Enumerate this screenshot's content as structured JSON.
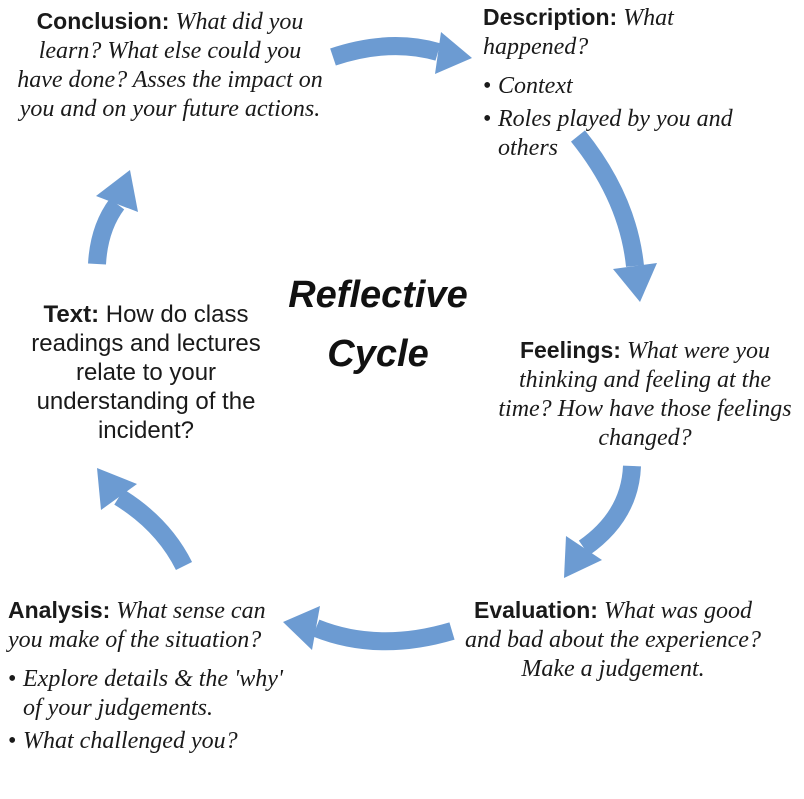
{
  "diagram": {
    "title": {
      "line1": "Reflective",
      "line2": "Cycle"
    },
    "arrow_color": "#6c9bd2",
    "bullet_char": "•",
    "blocks": {
      "conclusion": {
        "label": "Conclusion:",
        "body": "What did you learn? What else could you have done? Asses the impact on you and on your future actions."
      },
      "description": {
        "label": "Description:",
        "body": "What happened?",
        "bullets": [
          "Context",
          "Roles played by you and others"
        ]
      },
      "feelings": {
        "label": "Feelings:",
        "body": "What were you thinking and feeling at the time? How have those feelings changed?"
      },
      "evaluation": {
        "label": "Evaluation:",
        "body": "What was good and bad about the experience? Make a judgement."
      },
      "analysis": {
        "label": "Analysis:",
        "body": "What sense can you make of the situation?",
        "bullets": [
          "Explore details & the 'why' of your judgements.",
          "What challenged you?"
        ]
      },
      "text": {
        "label": "Text:",
        "body": "How do class readings and lectures relate to your understanding of the incident?"
      }
    },
    "arrows": [
      {
        "name": "arrow-conclusion-to-description",
        "from": "conclusion",
        "to": "description"
      },
      {
        "name": "arrow-description-to-feelings",
        "from": "description",
        "to": "feelings"
      },
      {
        "name": "arrow-feelings-to-evaluation",
        "from": "feelings",
        "to": "evaluation"
      },
      {
        "name": "arrow-evaluation-to-analysis",
        "from": "evaluation",
        "to": "analysis"
      },
      {
        "name": "arrow-analysis-to-text",
        "from": "analysis",
        "to": "text"
      },
      {
        "name": "arrow-text-to-conclusion",
        "from": "text",
        "to": "conclusion"
      }
    ]
  }
}
